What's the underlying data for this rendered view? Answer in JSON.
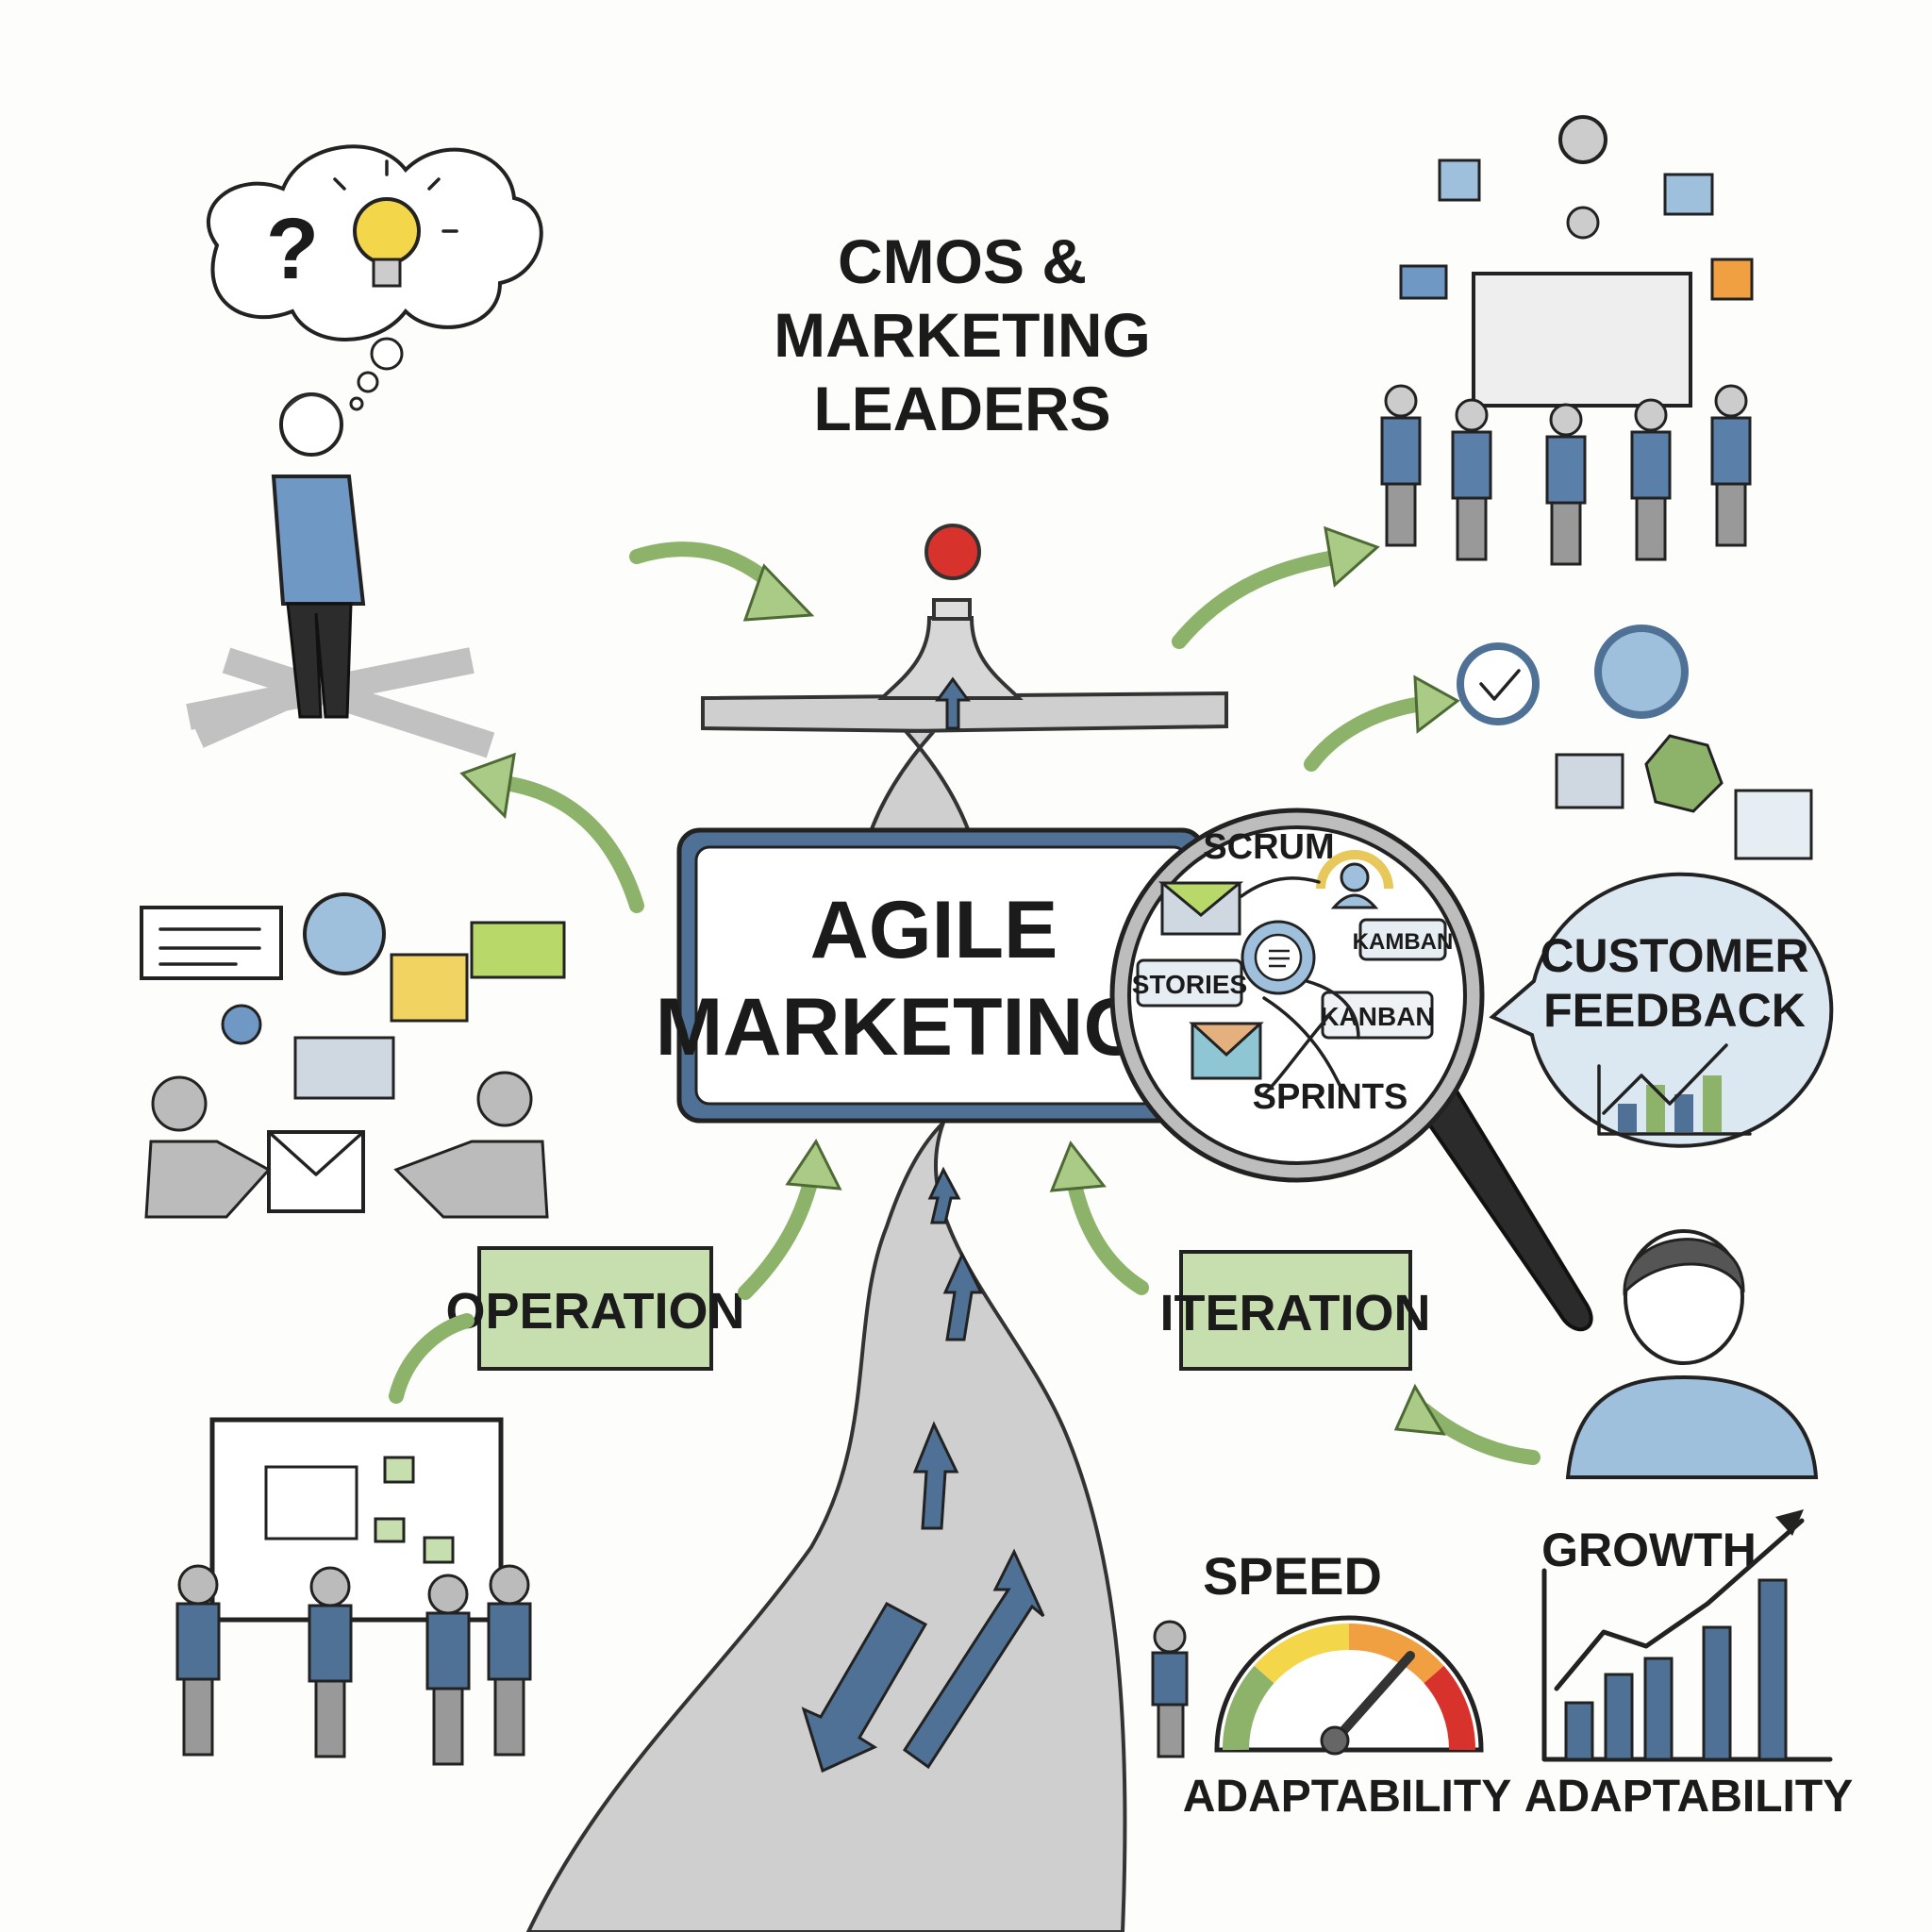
{
  "title": {
    "lines": [
      "CMOS &",
      "MARKETING",
      "LEADERS"
    ]
  },
  "center_sign": {
    "lines": [
      "AGILE",
      "MARKETING"
    ]
  },
  "magnifier": {
    "scrum": "SCRUM",
    "kamban": "KAMBAN",
    "stories": "STORIES",
    "kanban": "KANBAN",
    "sprints": "SPRINTS"
  },
  "thought_bubble": {
    "question_mark": "?"
  },
  "customer_feedback": {
    "lines": [
      "CUSTOMER",
      "FEEDBACK"
    ]
  },
  "labels": {
    "operation": "OPERATION",
    "iteration": "ITERATION"
  },
  "speed_gauge": {
    "title": "SPEED",
    "caption": "ADAPTABILITY"
  },
  "growth_chart": {
    "title": "GROWTH",
    "caption": "ADAPTABILITY"
  },
  "colors": {
    "accent_green": "#a9cb86",
    "accent_blue": "#4f7196",
    "light_blue": "#9ec0dc",
    "signal_red": "#d8322c",
    "road_gray": "#c8c8c8",
    "bulb_yellow": "#f4d64a"
  }
}
